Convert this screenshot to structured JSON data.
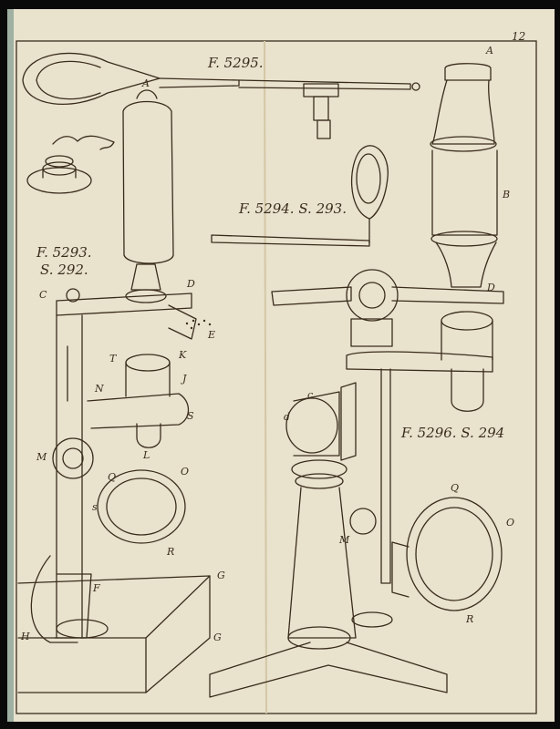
{
  "page": {
    "number": "12"
  },
  "figure_captions": {
    "fig5295": "F. 5295.",
    "fig5294": "F. 5294. S. 293.",
    "fig5293_line1": "F. 5293.",
    "fig5293_line2": "S. 292.",
    "fig5296": "F. 5296. S. 294"
  },
  "letters": {
    "A_top": "A",
    "A_left": "A",
    "B": "B",
    "C": "C",
    "D_left": "D",
    "D_right": "D",
    "E": "E",
    "T": "T",
    "K": "K",
    "J": "J",
    "N": "N",
    "S": "S",
    "L": "L",
    "M_left": "M",
    "M_right": "M",
    "O_left": "O",
    "O_right": "O",
    "Q_left": "Q",
    "Q_right": "Q",
    "R_left": "R",
    "R_right": "R",
    "s": "s",
    "F": "F",
    "G_top": "G",
    "G_bottom": "G",
    "H": "H",
    "c": "c",
    "d": "d"
  },
  "colors": {
    "paper": "#e9e2cd",
    "ink": "#3a2c1c",
    "border": "#0a0a0a",
    "teal_edge": "#9fb1a3"
  }
}
